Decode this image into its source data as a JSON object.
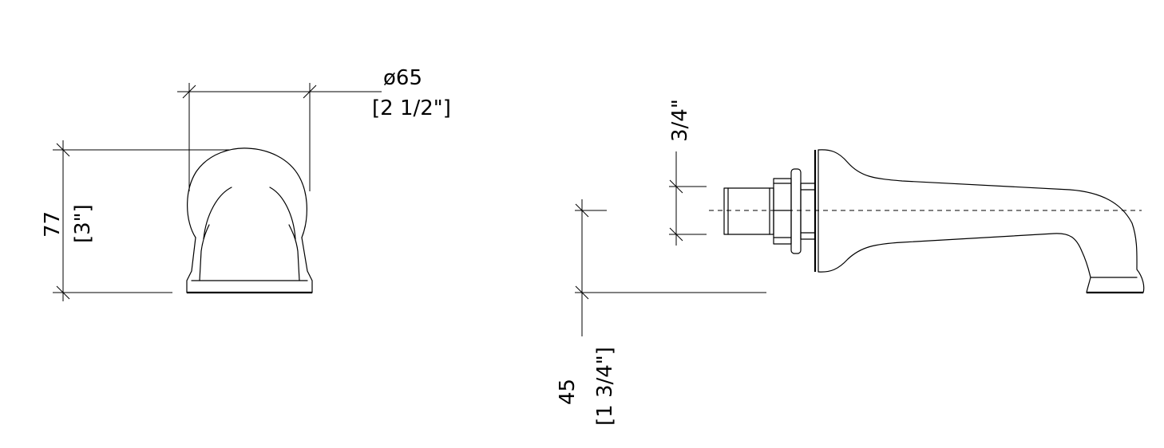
{
  "front_view": {
    "diameter_mm": "ø65",
    "diameter_in": "[2 1/2\"]",
    "height_mm": "77",
    "height_in": "[3\"]"
  },
  "side_view": {
    "thread": "3/4\"",
    "offset_mm": "45",
    "offset_in": "[1 3/4\"]"
  }
}
